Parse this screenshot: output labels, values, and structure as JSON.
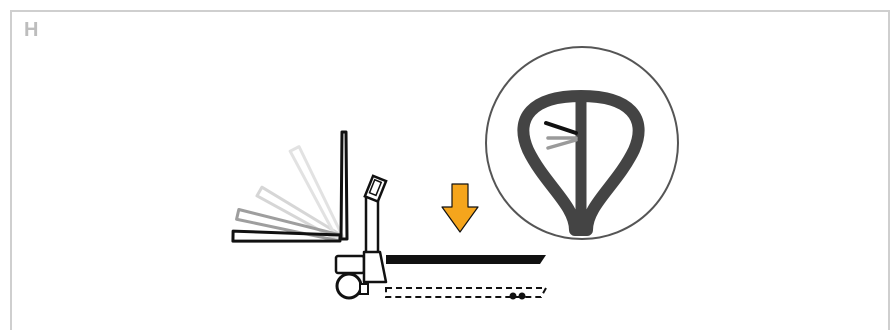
{
  "panel": {
    "step_label": "H"
  },
  "figure": {
    "arrow_color": "#f5a51c",
    "icons": [
      "pallet-truck-illustration",
      "tiller-handle-positions",
      "down-arrow-icon",
      "handle-detail-zoom-icon"
    ]
  }
}
